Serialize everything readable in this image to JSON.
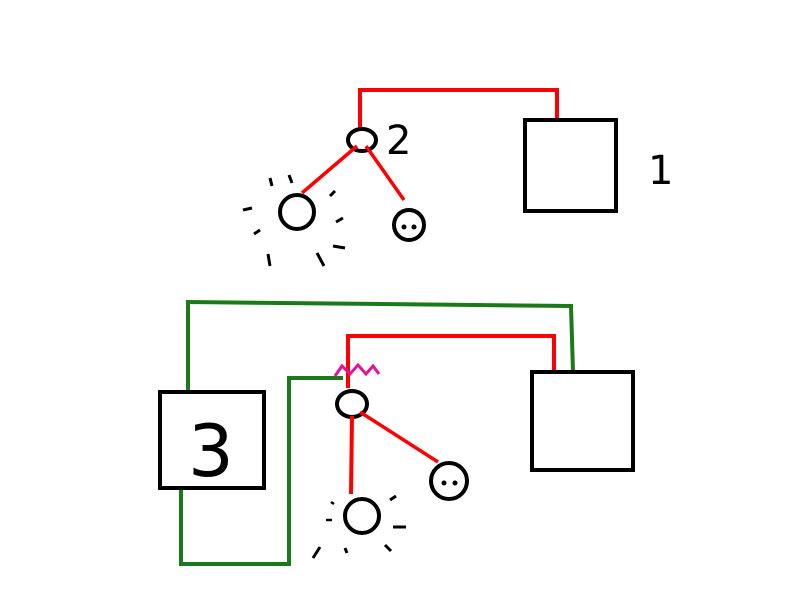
{
  "labels": {
    "top_box": "1",
    "top_node": "2",
    "bottom_left_box": "3"
  },
  "colors": {
    "background": "#ffffff",
    "outline": "#000000",
    "red_wire": "#ff0000",
    "green_wire": "#1a7a1a",
    "zigzag": "#e0149a"
  },
  "symbols": {
    "lamp": "lamp-with-rays",
    "socket": "socket-two-dots",
    "node": "small-circle-junction",
    "box": "square-box"
  }
}
